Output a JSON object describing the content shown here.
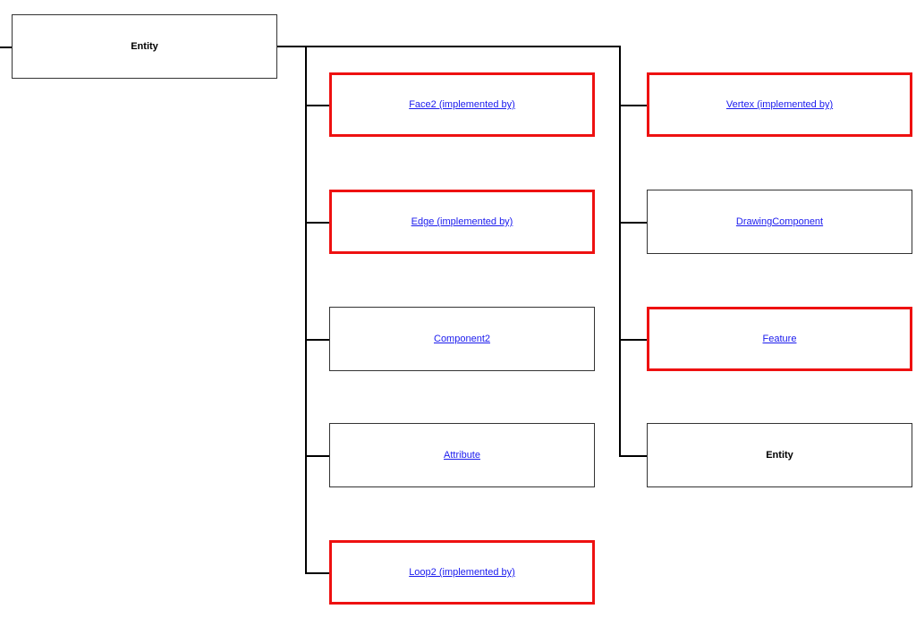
{
  "root": {
    "label": "Entity"
  },
  "left_column": [
    {
      "label": "Face2 (implemented by)",
      "link": true,
      "highlighted": true
    },
    {
      "label": "Edge (implemented by)",
      "link": true,
      "highlighted": true
    },
    {
      "label": "Component2",
      "link": true,
      "highlighted": false
    },
    {
      "label": "Attribute",
      "link": true,
      "highlighted": false
    },
    {
      "label": "Loop2 (implemented by)",
      "link": true,
      "highlighted": true
    }
  ],
  "right_column": [
    {
      "label": "Vertex (implemented by)",
      "link": true,
      "highlighted": true
    },
    {
      "label": "DrawingComponent",
      "link": true,
      "highlighted": false
    },
    {
      "label": "Feature",
      "link": true,
      "highlighted": true
    },
    {
      "label": "Entity",
      "link": false,
      "highlighted": false
    }
  ],
  "colors": {
    "highlight_border": "#ee1111",
    "link_text": "#1a1aee",
    "connector": "#000000"
  }
}
